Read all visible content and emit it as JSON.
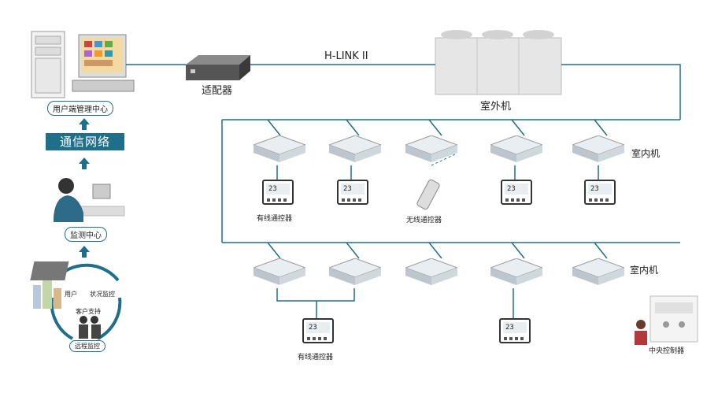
{
  "labels": {
    "user_center": "用户端管理中心",
    "network": "通信网络",
    "monitor_center": "监测中心",
    "adapter": "适配器",
    "hlink": "H-LINK II",
    "outdoor": "室外机",
    "indoor_top": "室内机",
    "indoor_bottom": "室内机",
    "wired_ctrl_1": "有线通控器",
    "wireless_ctrl": "无线通控器",
    "wired_ctrl_2": "有线通控器",
    "central_ctrl": "中央控制器",
    "user": "用户",
    "status": "状况监控",
    "support": "客户支持",
    "remote": "远程监控"
  },
  "controller_display": "23"
}
